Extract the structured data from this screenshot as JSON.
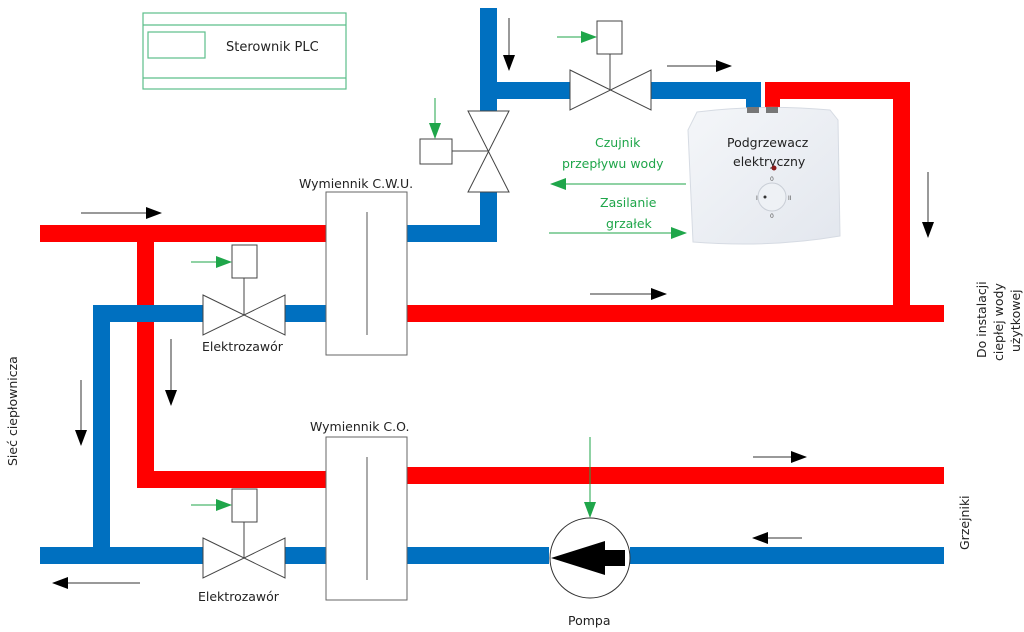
{
  "diagram": {
    "colors": {
      "hot_pipe": "#ff0000",
      "cold_pipe": "#0070c0",
      "signal": "#1fa64a",
      "plc_border": "#5cbf8a",
      "outline": "#555555",
      "arrow": "#000000"
    },
    "labels": {
      "plc": "Sterownik PLC",
      "exchanger_cwu": "Wymiennik C.W.U.",
      "exchanger_co": "Wymiennik C.O.",
      "heater_line1": "Podgrzewacz",
      "heater_line2": "elektryczny",
      "flow_sensor_line1": "Czujnik",
      "flow_sensor_line2": "przepływu wody",
      "heater_power_line1": "Zasilanie",
      "heater_power_line2": "grzałek",
      "valve_top": "Elektrozawór",
      "valve_bottom": "Elektrozawór",
      "pump": "Pompa",
      "district_network": "Sieć ciepłownicza",
      "dhw_line1": "Do instalacji",
      "dhw_line2": "ciepłej wody",
      "dhw_line3": "użytkowej",
      "radiators": "Grzejniki"
    },
    "heater_dial": {
      "marks": [
        "0",
        "I",
        "II",
        "0"
      ]
    }
  }
}
